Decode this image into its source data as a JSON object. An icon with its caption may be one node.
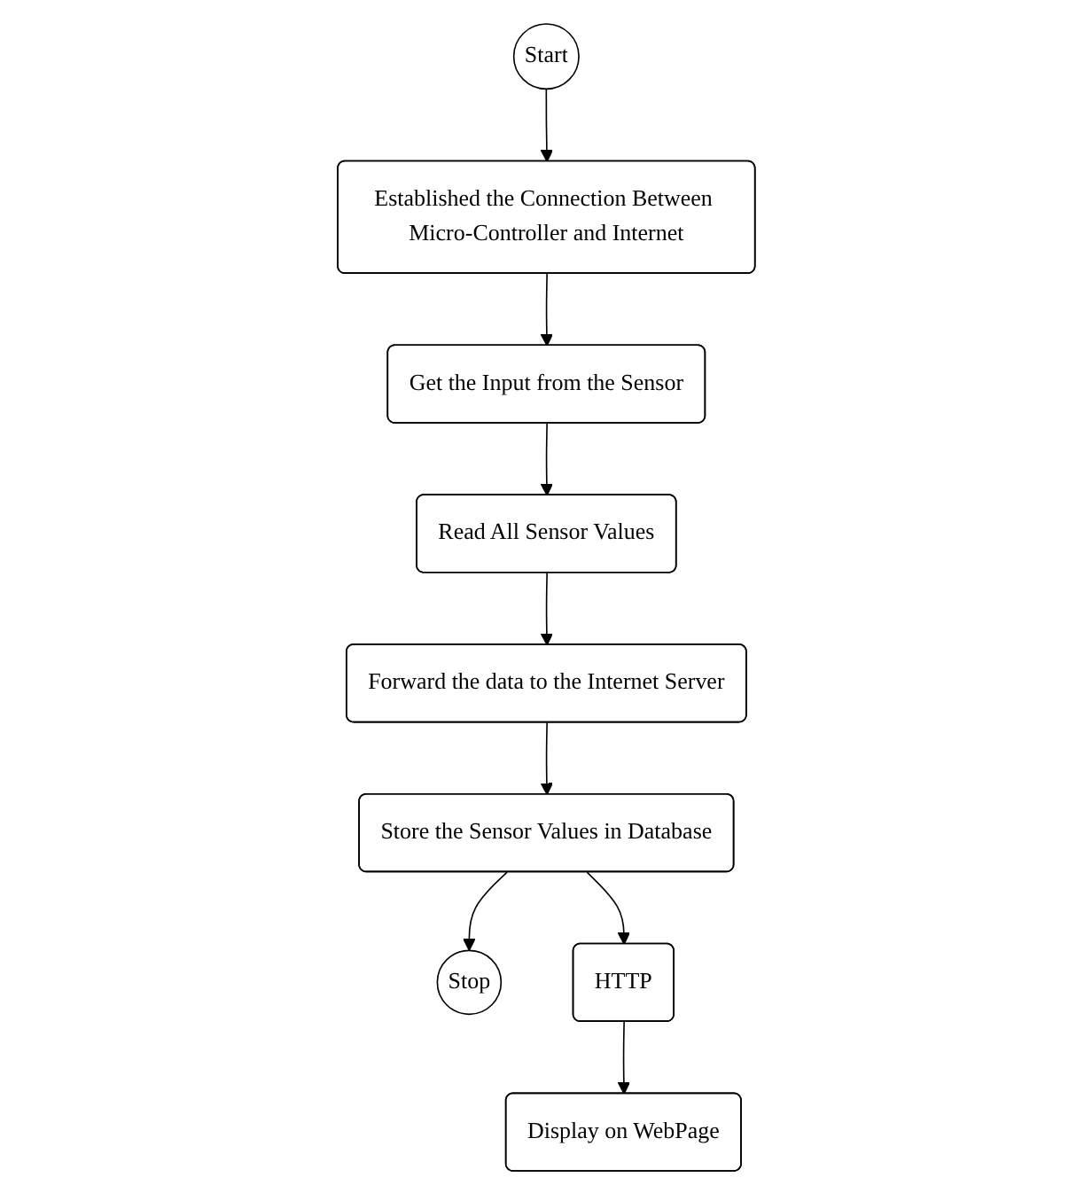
{
  "diagram": {
    "nodes": [
      {
        "text": [
          "Start"
        ]
      },
      {
        "text": [
          "Established the Connection Between Micro-Controller and Internet"
        ]
      },
      {
        "text": [
          "Get the Input from the Sensor"
        ]
      },
      {
        "text": [
          "Read All Sensor Values"
        ]
      },
      {
        "text": [
          "Forward the data to the Internet Server"
        ]
      },
      {
        "text": [
          "Store the Sensor Values in Database"
        ]
      },
      {
        "text": [
          "Stop"
        ]
      },
      {
        "text": [
          "HTTP"
        ]
      },
      {
        "text": [
          "Display on WebPage"
        ]
      }
    ],
    "edges": [
      {
        "from": 0,
        "to": 1,
        "arrow": "to"
      },
      {
        "from": 1,
        "to": 2,
        "arrow": "to"
      },
      {
        "from": 2,
        "to": 3,
        "arrow": "to"
      },
      {
        "from": 3,
        "to": 4,
        "arrow": "to"
      },
      {
        "from": 4,
        "to": 5,
        "arrow": "to"
      },
      {
        "from": 5,
        "to": 6,
        "arrow": "to"
      },
      {
        "from": 5,
        "to": 7,
        "arrow": "to"
      },
      {
        "from": 7,
        "to": 8,
        "arrow": "to"
      }
    ]
  }
}
